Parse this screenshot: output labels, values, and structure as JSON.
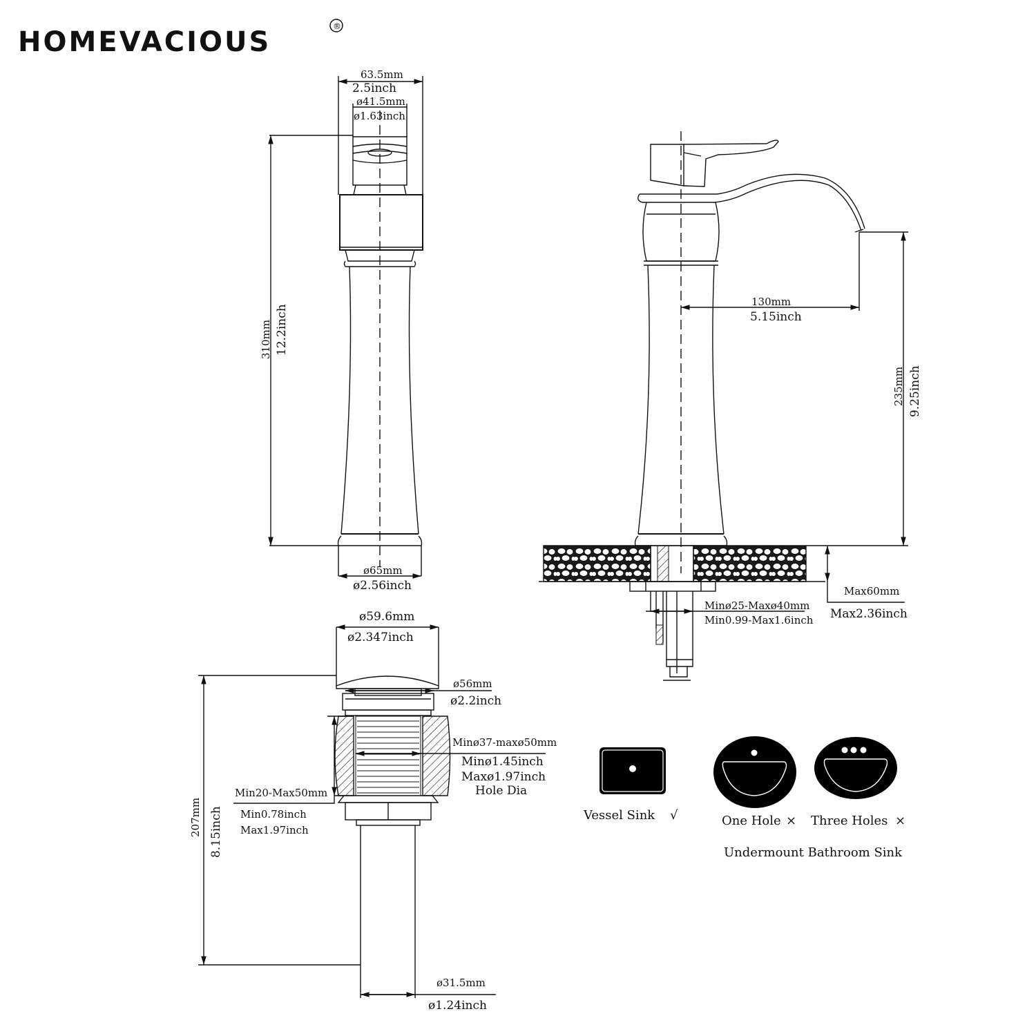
{
  "brand": {
    "name": "HOMEVACIOUS",
    "registered_mark": "®"
  },
  "front_view": {
    "top_width_mm": "63.5mm",
    "top_width_in": "2.5inch",
    "handle_dia_mm": "ø41.5mm",
    "handle_dia_in": "ø1.63inch",
    "height_mm": "310mm",
    "height_in": "12.2inch",
    "base_dia_mm": "ø65mm",
    "base_dia_in": "ø2.56inch"
  },
  "side_view": {
    "reach_mm": "130mm",
    "reach_in": "5.15inch",
    "spout_height_mm": "235mm",
    "spout_height_in": "9.25inch",
    "deck_thickness_mm": "Max60mm",
    "deck_thickness_in": "Max2.36inch",
    "hole_dia_mm": "Minø25-Maxø40mm",
    "hole_dia_in": "Min0.99-Max1.6inch"
  },
  "drain_view": {
    "cap_dia_mm": "ø59.6mm",
    "cap_dia_in": "ø2.347inch",
    "flange_dia_mm": "ø56mm",
    "flange_dia_in": "ø2.2inch",
    "hole_range_mm": "Minø37-maxø50mm",
    "hole_min_in": "Minø1.45inch",
    "hole_max_in": "Maxø1.97inch",
    "hole_label": "Hole Dia",
    "thickness_mm": "Min20-Max50mm",
    "thickness_min_in": "Min0.78inch",
    "thickness_max_in": "Max1.97inch",
    "height_mm": "207mm",
    "height_in": "8.15inch",
    "tail_dia_mm": "ø31.5mm",
    "tail_dia_in": "ø1.24inch"
  },
  "sink_compat": {
    "items": [
      {
        "label": "Vessel Sink",
        "mark": "√",
        "icon": "vessel-sink-icon"
      },
      {
        "label": "One Hole",
        "mark": "×",
        "icon": "one-hole-sink-icon"
      },
      {
        "label": "Three Holes",
        "mark": "×",
        "icon": "three-hole-sink-icon"
      }
    ],
    "group_label": "Undermount Bathroom Sink"
  },
  "colors": {
    "line": "#111111",
    "background": "#ffffff"
  }
}
